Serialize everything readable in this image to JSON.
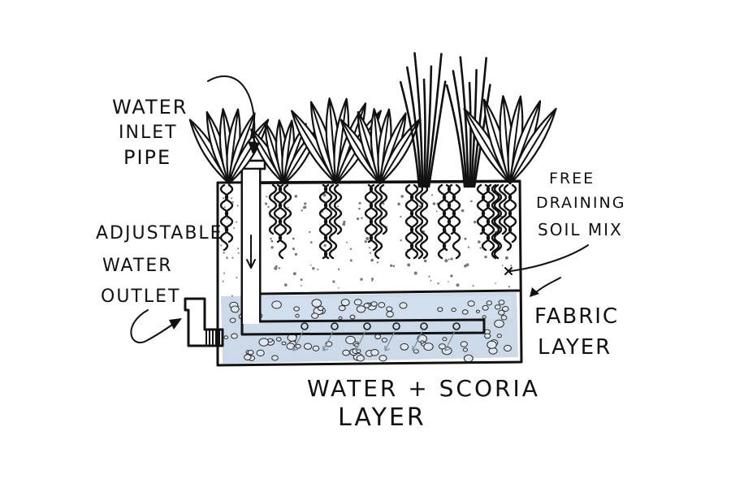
{
  "colors": {
    "ink": "#111111",
    "water": "#b9cce2",
    "water_light": "#d3e0ee",
    "background": "#ffffff"
  },
  "labels": {
    "inlet_line1": "WATER",
    "inlet_line2": "INLET",
    "inlet_line3": "PIPE",
    "outlet_line1": "ADJUSTABLE",
    "outlet_line2": "WATER",
    "outlet_line3": "OUTLET",
    "soil_line1": "FREE",
    "soil_line2": "DRAINING",
    "soil_line3": "SOIL MIX",
    "fabric_line1": "FABRIC",
    "fabric_line2": "LAYER",
    "water_line1": "WATER + SCORIA",
    "water_line2": "LAYER"
  },
  "icons": {
    "plants": "plant-icon",
    "pebbles": "scoria-pebble-icon",
    "arrows": "arrow-icon"
  }
}
